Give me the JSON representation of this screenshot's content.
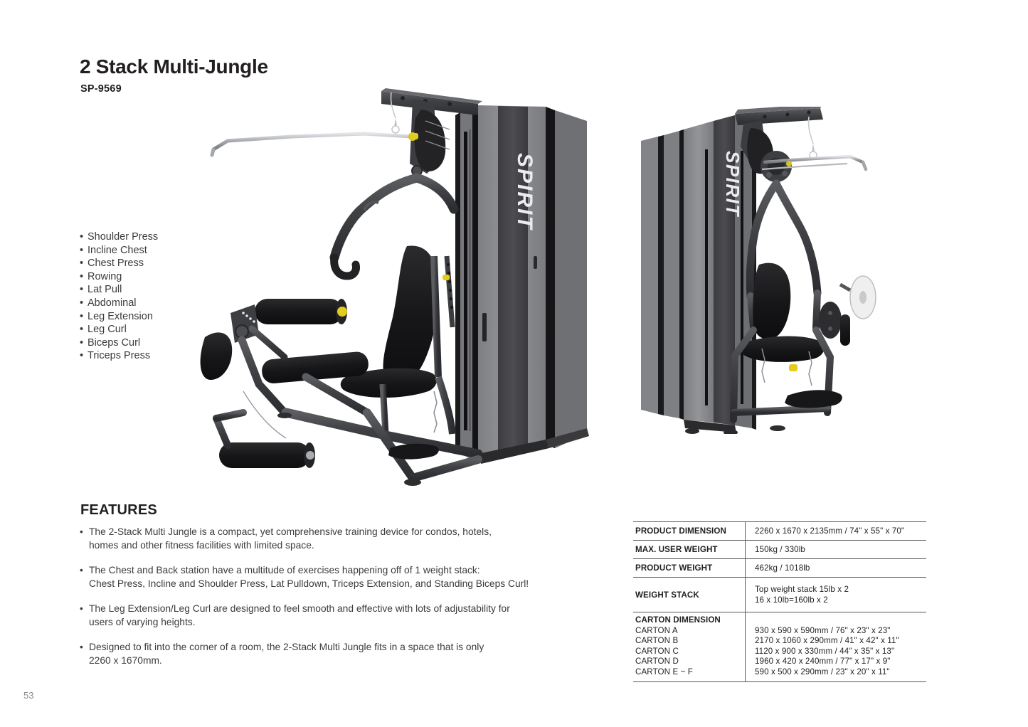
{
  "product": {
    "title": "2 Stack Multi-Jungle",
    "model": "SP-9569",
    "brand": "SPIRIT"
  },
  "exercises": [
    "Shoulder Press",
    "Incline Chest",
    "Chest Press",
    "Rowing",
    "Lat Pull",
    "Abdominal",
    "Leg Extension",
    "Leg Curl",
    "Biceps Curl",
    "Triceps Press"
  ],
  "features": {
    "heading": "FEATURES",
    "items": [
      {
        "line1": "The 2-Stack Multi Jungle is a compact, yet comprehensive training device for condos, hotels,",
        "line2": "homes and other fitness facilities with limited space."
      },
      {
        "line1": "The Chest and Back station have a multitude of exercises happening off of 1 weight stack:",
        "line2": "Chest Press, Incline and Shoulder Press, Lat Pulldown, Triceps Extension, and Standing Biceps Curl!"
      },
      {
        "line1": "The Leg Extension/Leg Curl are designed to feel smooth and effective with lots of adjustability for",
        "line2": "users of varying heights."
      },
      {
        "line1": "Designed to fit into the corner of a room, the 2-Stack Multi Jungle fits in a space that is only",
        "line2": "2260 x 1670mm."
      }
    ]
  },
  "specs": {
    "rows": [
      {
        "label": "PRODUCT DIMENSION",
        "value": "2260 x 1670 x 2135mm / 74\" x 55\" x 70\""
      },
      {
        "label": "MAX. USER WEIGHT",
        "value": "150kg / 330lb"
      },
      {
        "label": "PRODUCT WEIGHT",
        "value": "462kg / 1018lb"
      }
    ],
    "weight_stack": {
      "label": "WEIGHT STACK",
      "value_line1": "Top weight stack 15lb x 2",
      "value_line2": "16 x 10lb=160lb x 2"
    },
    "carton": {
      "heading": "CARTON DIMENSION",
      "rows": [
        {
          "label": "CARTON A",
          "value": "930 x 590 x 590mm / 76\" x 23\" x 23\""
        },
        {
          "label": "CARTON B",
          "value": "2170 x 1060 x 290mm  / 41\" x 42\" x 11\""
        },
        {
          "label": "CARTON C",
          "value": "1120 x 900 x 330mm / 44\" x 35\" x 13\""
        },
        {
          "label": "CARTON D",
          "value": "1960 x 420 x 240mm  / 77\" x 17\" x 9\""
        },
        {
          "label": "CARTON E ~ F",
          "value": "590 x 500 x 290mm / 23\" x 20\" x 11\""
        }
      ]
    }
  },
  "page_number": "53",
  "colors": {
    "text": "#231f20",
    "body_text": "#3b3b3d",
    "rule": "#58585a",
    "page_number": "#8d8d90",
    "frame_dark": "#3a3a3c",
    "frame_mid": "#6f7073",
    "tower_light": "#8a8a8c",
    "tower_dark": "#46464a",
    "pad_black": "#1d1d1f",
    "chrome": "#b9bcc0",
    "accent_yellow": "#e8d01a"
  }
}
